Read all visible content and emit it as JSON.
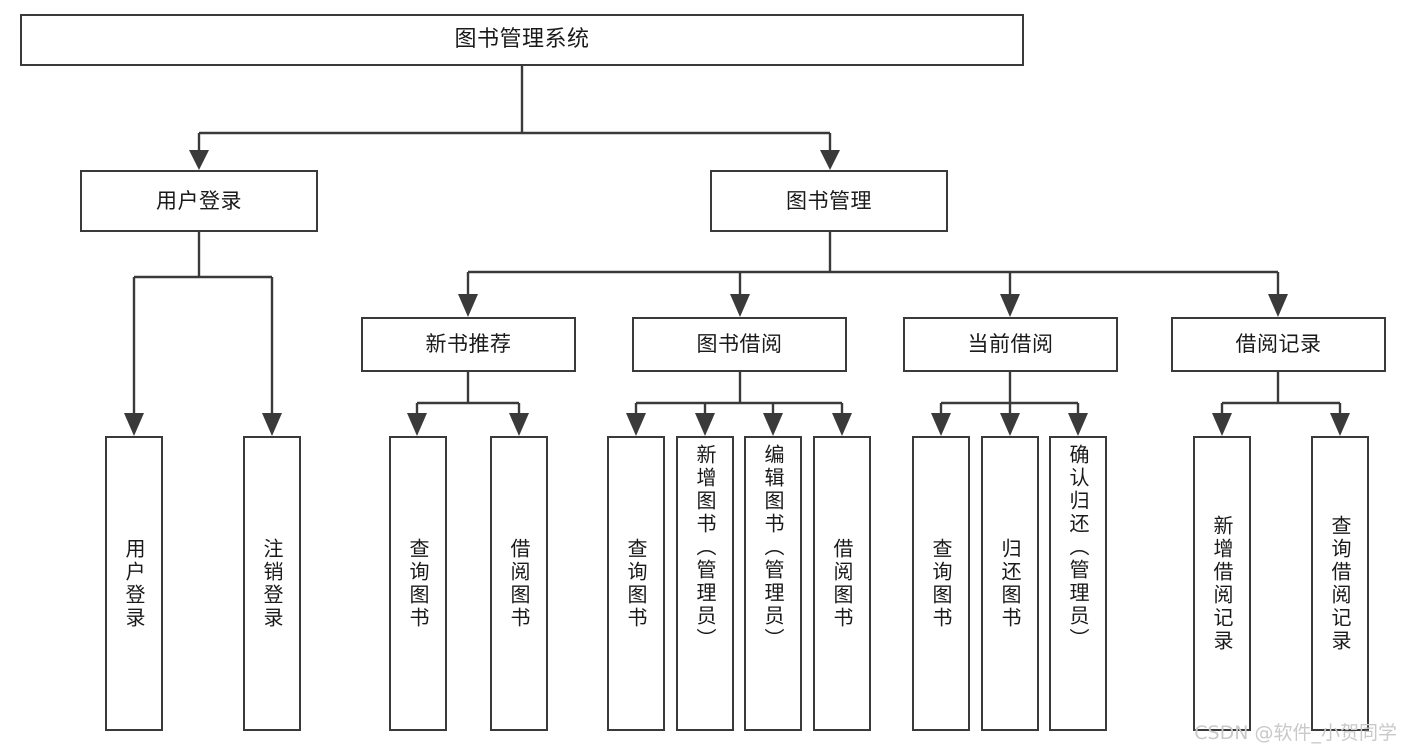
{
  "diagram": {
    "title": "图书管理系统",
    "type": "tree-hierarchy",
    "levels": {
      "root": "图书管理系统",
      "level1": [
        "用户登录",
        "图书管理"
      ],
      "level2": [
        "新书推荐",
        "图书借阅",
        "当前借阅",
        "借阅记录"
      ]
    },
    "nodes": {
      "root": {
        "label": "图书管理系统"
      },
      "user_login": {
        "label": "用户登录"
      },
      "book_manage": {
        "label": "图书管理"
      },
      "new_book_rec": {
        "label": "新书推荐"
      },
      "book_borrow": {
        "label": "图书借阅"
      },
      "current_borrow": {
        "label": "当前借阅"
      },
      "borrow_record": {
        "label": "借阅记录"
      },
      "leaf_user_login": {
        "label": "用户登录"
      },
      "leaf_logout": {
        "label": "注销登录"
      },
      "leaf_query_book_1": {
        "label": "查询图书"
      },
      "leaf_borrow_book_1": {
        "label": "借阅图书"
      },
      "leaf_query_book_2": {
        "label": "查询图书"
      },
      "leaf_add_book": {
        "label": "新增图书（管理员）"
      },
      "leaf_edit_book": {
        "label": "编辑图书（管理员）"
      },
      "leaf_borrow_book_2": {
        "label": "借阅图书"
      },
      "leaf_query_book_3": {
        "label": "查询图书"
      },
      "leaf_return_book": {
        "label": "归还图书"
      },
      "leaf_confirm_return": {
        "label": "确认归还（管理员）"
      },
      "leaf_add_record": {
        "label": "新增借阅记录"
      },
      "leaf_query_record": {
        "label": "查询借阅记录"
      }
    }
  },
  "watermark": {
    "text": "CSDN @软件_小贺同学"
  },
  "colors": {
    "stroke": "#3a3a3a",
    "background": "#ffffff",
    "text": "#1a1a1a",
    "watermark": "#c9c9c9"
  }
}
